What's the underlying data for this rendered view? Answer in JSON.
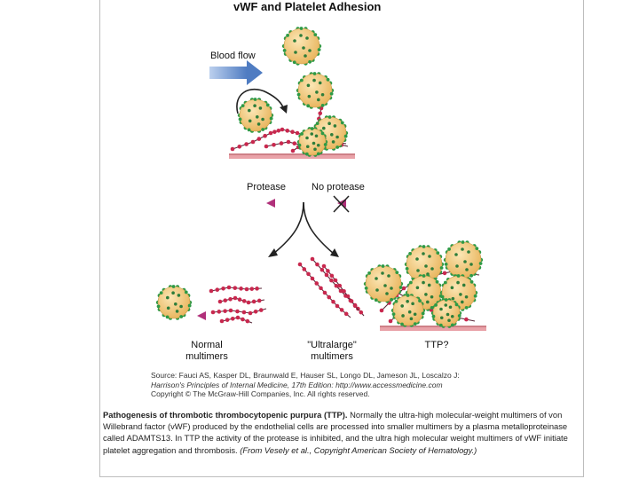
{
  "title": "vWF and Platelet Adhesion",
  "labels": {
    "blood_flow": "Blood flow",
    "protease": "Protease",
    "no_protease": "No protease",
    "normal_multimers": "Normal multimers",
    "ultralarge_multimers": "\"Ultralarge\" multimers",
    "ttp": "TTP?"
  },
  "source": {
    "line1": "Source: Fauci AS, Kasper DL, Braunwald E, Hauser SL, Longo DL, Jameson JL, Loscalzo J:",
    "line2": "Harrison's Principles of Internal Medicine, 17th Edition: http://www.accessmedicine.com",
    "copyright": "Copyright © The McGraw-Hill Companies, Inc. All rights reserved."
  },
  "caption": {
    "heading": "Pathogenesis of thrombotic thrombocytopenic purpura (TTP).",
    "body": " Normally the ultra-high molecular-weight multimers of von Willebrand factor (vWF) produced by the endothelial cells are processed into smaller multimers by a plasma metalloproteinase called ADAMTS13. In TTP the activity of the protease is inhibited, and the ultra high molecular weight multimers of vWF initiate platelet aggregation and thrombosis.",
    "credit": " (From Vesely et al., Copyright American Society of Hematology.)"
  },
  "colors": {
    "platelet": "#f3c97a",
    "platelet_spike": "#2e9a45",
    "vwf_bead": "#c8284e",
    "vwf_chain": "#5a2a3a",
    "endothelium": "#e9a2a8",
    "arrow_blue": "#5a86c8",
    "protease_marker": "#b0307a"
  }
}
